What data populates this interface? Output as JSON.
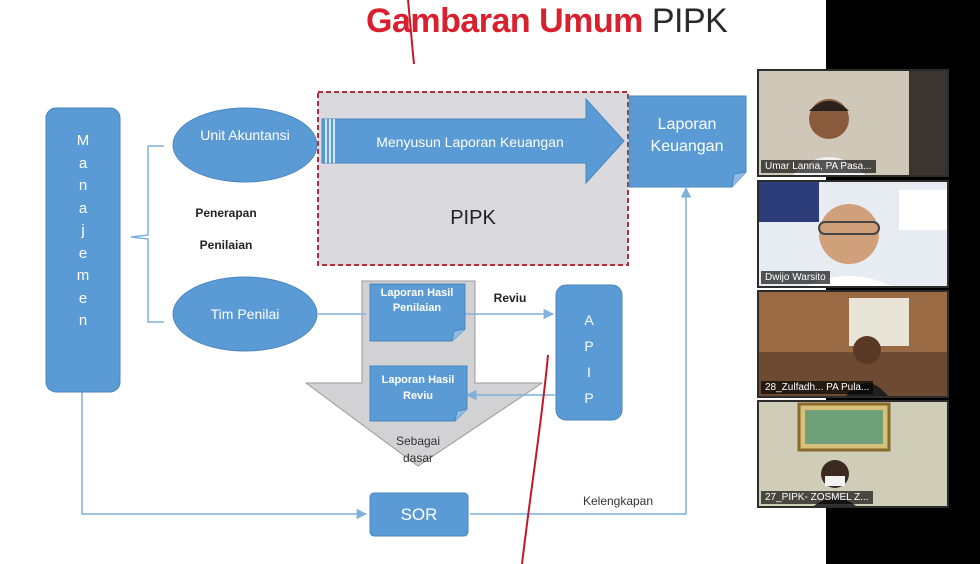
{
  "slide": {
    "title_part1": "Gambaran Umum",
    "title_part2": "PIPK"
  },
  "diagram": {
    "manajemen_letters": [
      "M",
      "a",
      "n",
      "a",
      "j",
      "e",
      "m",
      "e",
      "n"
    ],
    "unit_akuntansi": "Unit Akuntansi",
    "tim_penilai": "Tim Penilai",
    "penerapan": "Penerapan",
    "penilaian": "Penilaian",
    "arrow_text": "Menyusun Laporan Keuangan",
    "pipk_label": "PIPK",
    "laporan_keuangan": "Laporan Keuangan",
    "laporan_hasil_penilaian": "Laporan Hasil Penilaian",
    "laporan_hasil_reviu": "Laporan Hasil Reviu",
    "reviu": "Reviu",
    "apip_letters": [
      "A",
      "P",
      "I",
      "P"
    ],
    "sebagai_dasar": "Sebagai dasar",
    "sor": "SOR",
    "kelengkapan": "Kelengkapan"
  },
  "participants": [
    {
      "name": "Umar Lanna, PA Pasa..."
    },
    {
      "name": "Dwijo Warsito"
    },
    {
      "name": "28_Zulfadh... PA Pula..."
    },
    {
      "name": "27_PIPK- ZOSMEL Z..."
    }
  ],
  "colors": {
    "box_blue": "#5b9bd5",
    "title_red": "#d8202e",
    "dashed_red": "#b0303a"
  }
}
